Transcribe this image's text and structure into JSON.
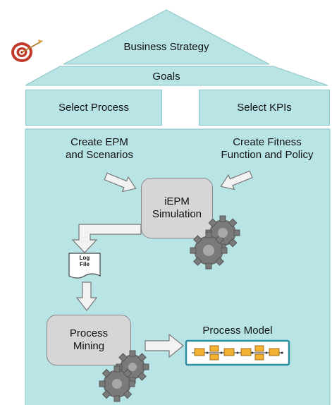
{
  "roof": {
    "title": "Business Strategy"
  },
  "goals": {
    "label": "Goals"
  },
  "pillars": {
    "left": "Select Process",
    "right": "Select KPIs"
  },
  "inputs": {
    "left_line1": "Create EPM",
    "left_line2": "and Scenarios",
    "right_line1": "Create Fitness",
    "right_line2": "Function and Policy"
  },
  "simulation": {
    "line1": "iEPM",
    "line2": "Simulation"
  },
  "log_file": {
    "line1": "Log",
    "line2": "File"
  },
  "mining": {
    "line1": "Process",
    "line2": "Mining"
  },
  "model": {
    "label": "Process Model"
  },
  "colors": {
    "teal": "#b8e4e6",
    "teal_border": "#8ec5c8",
    "box_gray": "#d6d6d6",
    "gear_gray": "#7a7a7a",
    "model_border": "#2a8fa0",
    "model_node": "#f2b233"
  },
  "icons": [
    "target-icon",
    "gears-icon",
    "document-icon",
    "arrow-icon"
  ]
}
